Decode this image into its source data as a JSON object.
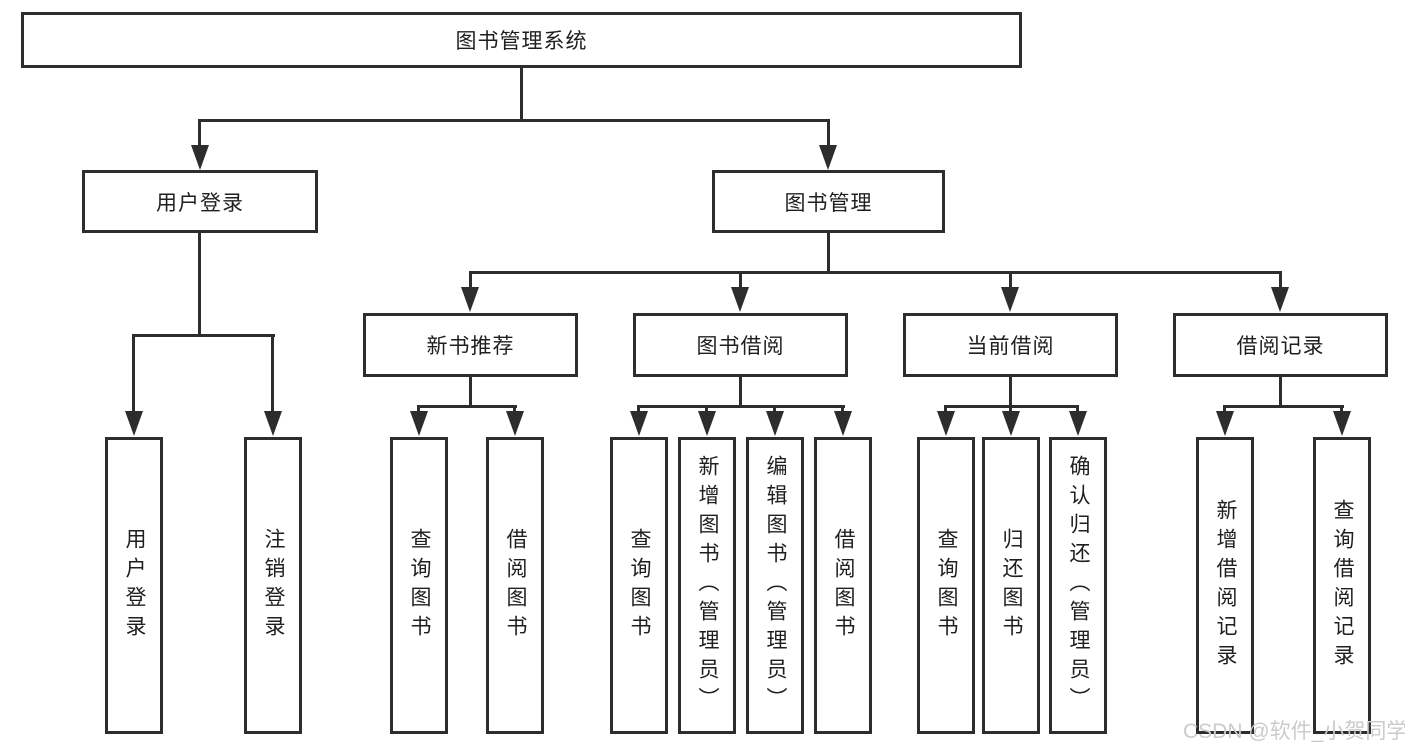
{
  "colors": {
    "bg": "#ffffff",
    "line": "#2d2d2d",
    "text": "#1f1f1f",
    "watermark": "#cbcbcb"
  },
  "nodes": {
    "root": "图书管理系统",
    "level2": [
      "用户登录",
      "图书管理"
    ],
    "level3": [
      "新书推荐",
      "图书借阅",
      "当前借阅",
      "借阅记录"
    ],
    "leaves_user_login": [
      "用户登录",
      "注销登录"
    ],
    "leaves_new_book": [
      "查询图书",
      "借阅图书"
    ],
    "leaves_book_borrow": [
      "查询图书",
      "新增图书（管理员）",
      "编辑图书（管理员）",
      "借阅图书"
    ],
    "leaves_current_borrow": [
      "查询图书",
      "归还图书",
      "确认归还（管理员）"
    ],
    "leaves_borrow_records": [
      "新增借阅记录",
      "查询借阅记录"
    ]
  },
  "watermark": "CSDN @软件_小贺同学"
}
